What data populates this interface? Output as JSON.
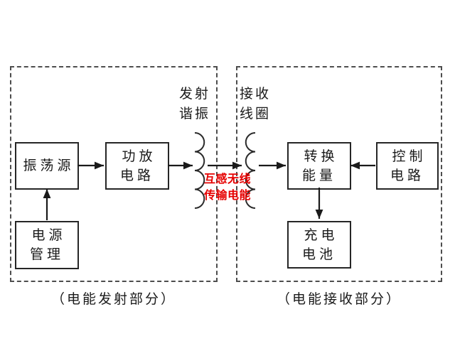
{
  "diagram": {
    "title_semantic": "wireless-power-transfer-block-diagram",
    "colors": {
      "background": "#ffffff",
      "line": "#1a1a1a",
      "dashed_border": "#4d4d4d",
      "note_red": "#e60000"
    },
    "transmitter": {
      "caption": "（电能发射部分）",
      "coil_label": "发射\n谐振",
      "blocks": {
        "oscillator": "振荡源",
        "amplifier": "功放\n电路",
        "power_mgmt": "电源\n管理"
      }
    },
    "receiver": {
      "caption": "（电能接收部分）",
      "coil_label": "接收\n线圈",
      "blocks": {
        "converter": "转换\n能量",
        "controller": "控制\n电路",
        "battery": "充电\n电池"
      }
    },
    "center_note": "互感无线\n传输电能"
  }
}
